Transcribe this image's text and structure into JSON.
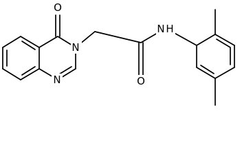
{
  "molecule": {
    "atom_labels": {
      "oxygen_ketone": "O",
      "nitrogen_ring_3": "N",
      "nitrogen_ring_1": "N",
      "nitrogen_amide": "N",
      "hydrogen_amide": "H",
      "oxygen_amide": "O"
    }
  }
}
